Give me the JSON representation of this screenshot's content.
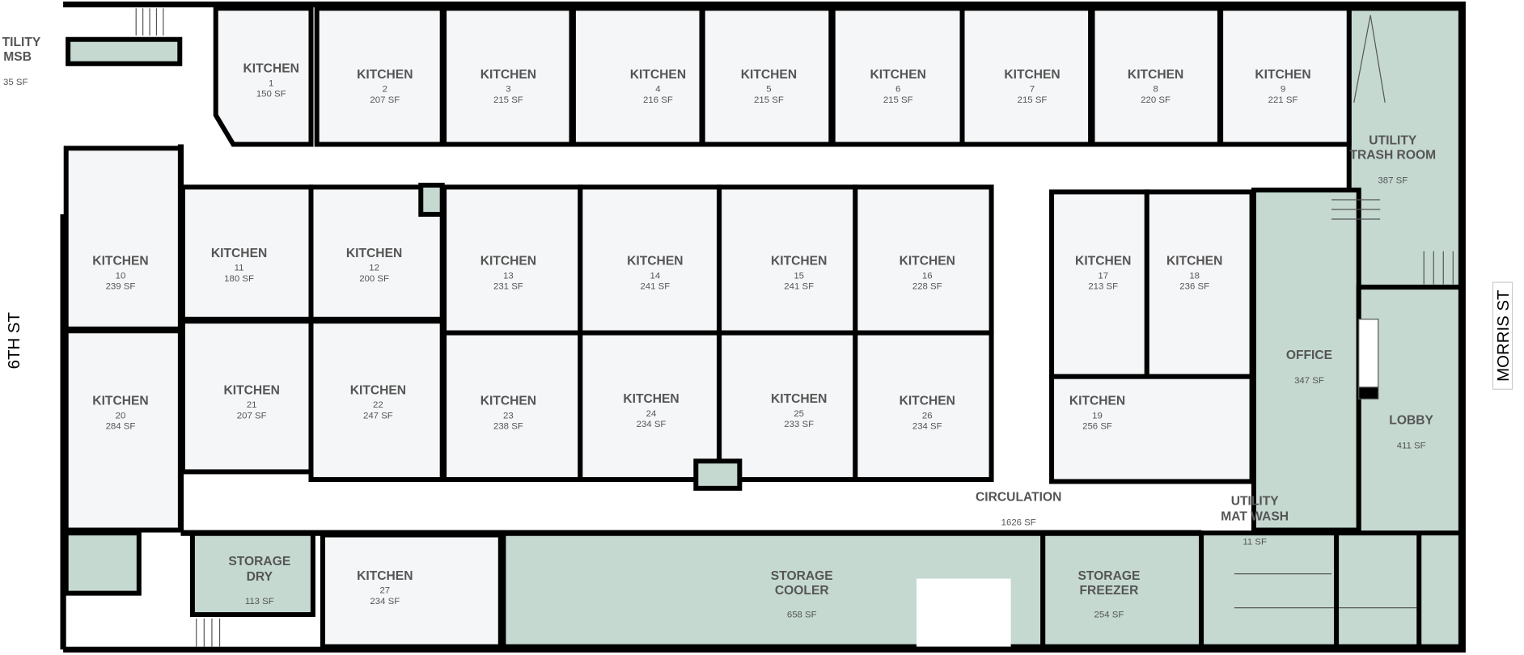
{
  "streets": {
    "west": "6TH ST",
    "east": "MORRIS ST"
  },
  "colors": {
    "kitchen_fill": "#f5f6f8",
    "common_fill": "#c5d9d1",
    "wall": "#000000",
    "label": "#555555"
  },
  "kitchens": [
    {
      "name": "KITCHEN",
      "num": "1",
      "area": "150 SF"
    },
    {
      "name": "KITCHEN",
      "num": "2",
      "area": "207 SF"
    },
    {
      "name": "KITCHEN",
      "num": "3",
      "area": "215 SF"
    },
    {
      "name": "KITCHEN",
      "num": "4",
      "area": "216 SF"
    },
    {
      "name": "KITCHEN",
      "num": "5",
      "area": "215 SF"
    },
    {
      "name": "KITCHEN",
      "num": "6",
      "area": "215 SF"
    },
    {
      "name": "KITCHEN",
      "num": "7",
      "area": "215 SF"
    },
    {
      "name": "KITCHEN",
      "num": "8",
      "area": "220 SF"
    },
    {
      "name": "KITCHEN",
      "num": "9",
      "area": "221 SF"
    },
    {
      "name": "KITCHEN",
      "num": "10",
      "area": "239 SF"
    },
    {
      "name": "KITCHEN",
      "num": "11",
      "area": "180 SF"
    },
    {
      "name": "KITCHEN",
      "num": "12",
      "area": "200 SF"
    },
    {
      "name": "KITCHEN",
      "num": "13",
      "area": "231 SF"
    },
    {
      "name": "KITCHEN",
      "num": "14",
      "area": "241 SF"
    },
    {
      "name": "KITCHEN",
      "num": "15",
      "area": "241 SF"
    },
    {
      "name": "KITCHEN",
      "num": "16",
      "area": "228 SF"
    },
    {
      "name": "KITCHEN",
      "num": "17",
      "area": "213 SF"
    },
    {
      "name": "KITCHEN",
      "num": "18",
      "area": "236 SF"
    },
    {
      "name": "KITCHEN",
      "num": "19",
      "area": "256 SF"
    },
    {
      "name": "KITCHEN",
      "num": "20",
      "area": "284 SF"
    },
    {
      "name": "KITCHEN",
      "num": "21",
      "area": "207 SF"
    },
    {
      "name": "KITCHEN",
      "num": "22",
      "area": "247 SF"
    },
    {
      "name": "KITCHEN",
      "num": "23",
      "area": "238 SF"
    },
    {
      "name": "KITCHEN",
      "num": "24",
      "area": "234 SF"
    },
    {
      "name": "KITCHEN",
      "num": "25",
      "area": "233 SF"
    },
    {
      "name": "KITCHEN",
      "num": "26",
      "area": "234 SF"
    },
    {
      "name": "KITCHEN",
      "num": "27",
      "area": "234 SF"
    }
  ],
  "rooms": {
    "utility_msb": {
      "line1": "TILITY",
      "line2": "MSB",
      "area": "35 SF"
    },
    "utility_trash": {
      "line1": "UTILITY",
      "line2": "TRASH ROOM",
      "area": "387 SF"
    },
    "office": {
      "line1": "OFFICE",
      "area": "347 SF"
    },
    "lobby": {
      "line1": "LOBBY",
      "area": "411 SF"
    },
    "circulation": {
      "line1": "CIRCULATION",
      "area": "1626 SF"
    },
    "utility_mat_wash": {
      "line1": "UTILITY",
      "line2": "MAT WASH",
      "area": "11 SF"
    },
    "storage_dry": {
      "line1": "STORAGE",
      "line2": "DRY",
      "area": "113 SF"
    },
    "storage_cooler": {
      "line1": "STORAGE",
      "line2": "COOLER",
      "area": "658 SF"
    },
    "storage_freezer": {
      "line1": "STORAGE",
      "line2": "FREEZER",
      "area": "254 SF"
    }
  }
}
